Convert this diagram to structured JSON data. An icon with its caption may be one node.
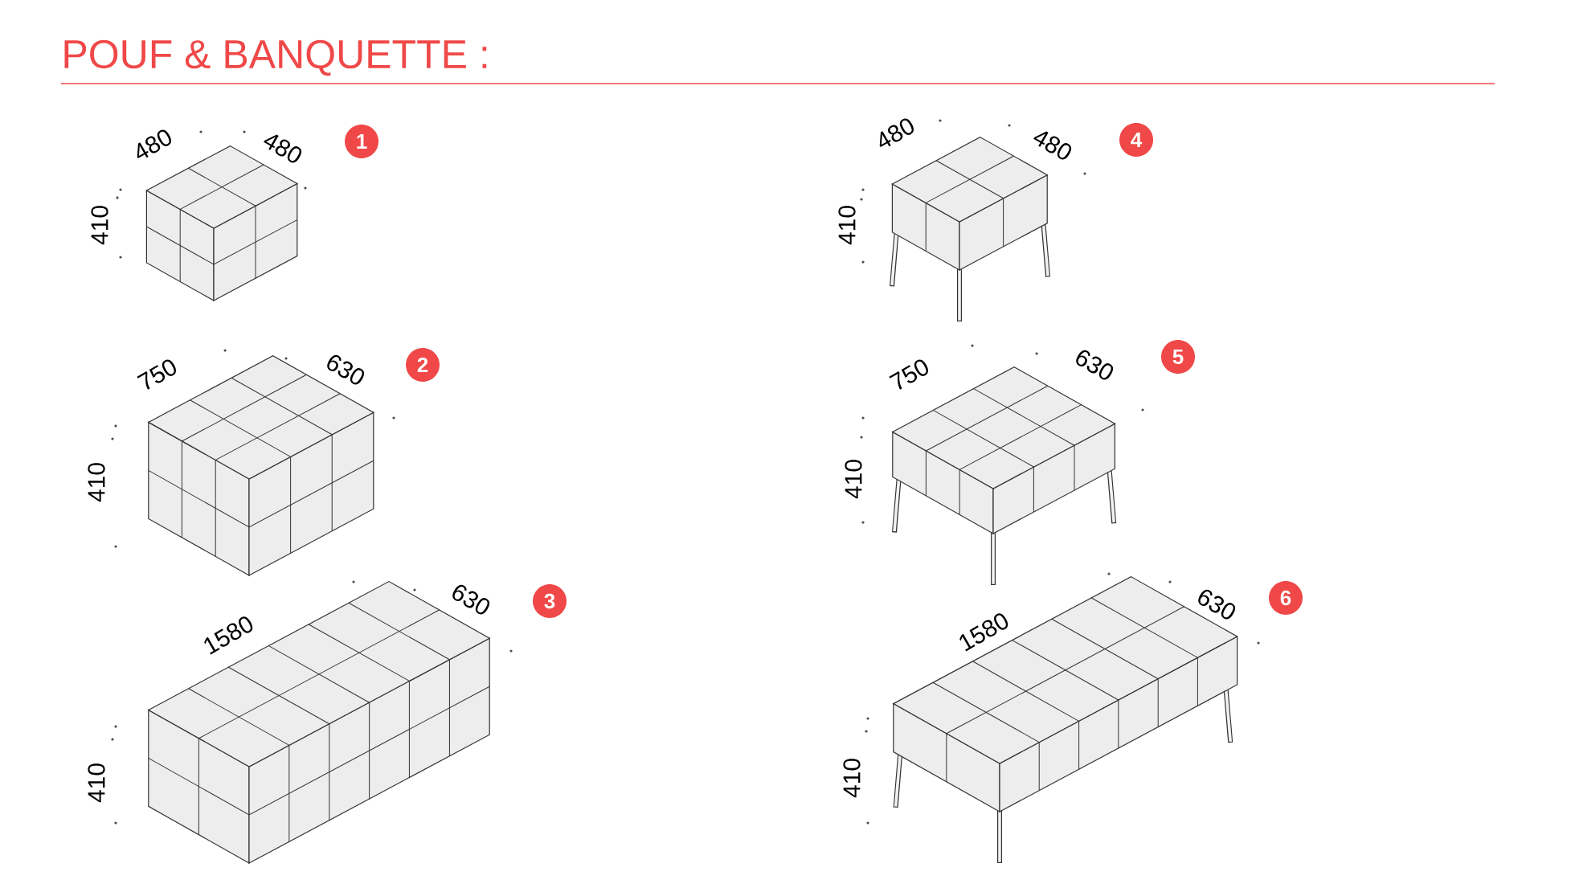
{
  "diagram": {
    "title": "POUF & BANQUETTE :",
    "labels": [
      "480",
      "480",
      "410",
      "1",
      "750",
      "630",
      "410",
      "2",
      "1580",
      "630",
      "410",
      "3",
      "480",
      "480",
      "410",
      "4",
      "750",
      "630",
      "410",
      "5",
      "1580",
      "630",
      "410",
      "6"
    ]
  }
}
